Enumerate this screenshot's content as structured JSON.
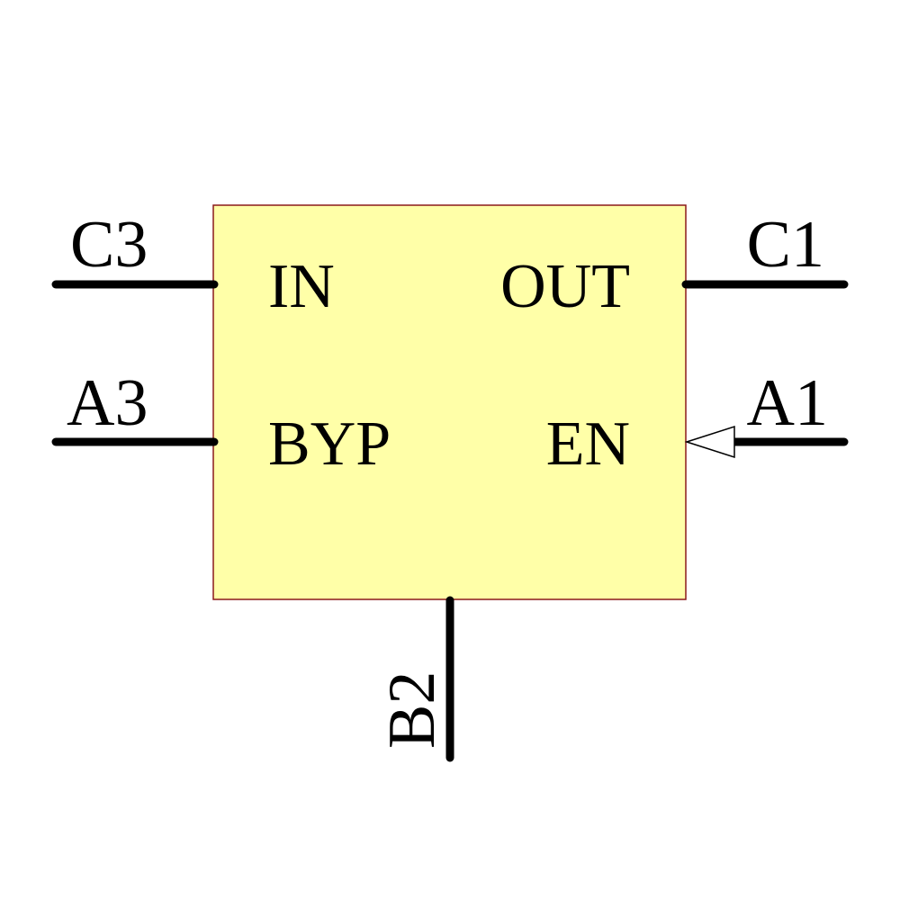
{
  "colors": {
    "body_fill": "#ffffa8",
    "body_border": "#8b1a1a",
    "wire": "#000000",
    "background": "#ffffff"
  },
  "component": {
    "pins": [
      {
        "number": "C3",
        "name": "IN",
        "side": "left"
      },
      {
        "number": "A3",
        "name": "BYP",
        "side": "left"
      },
      {
        "number": "C1",
        "name": "OUT",
        "side": "right"
      },
      {
        "number": "A1",
        "name": "EN",
        "side": "right",
        "marker": "input-arrow"
      },
      {
        "number": "B2",
        "name": "",
        "side": "bottom"
      }
    ]
  }
}
